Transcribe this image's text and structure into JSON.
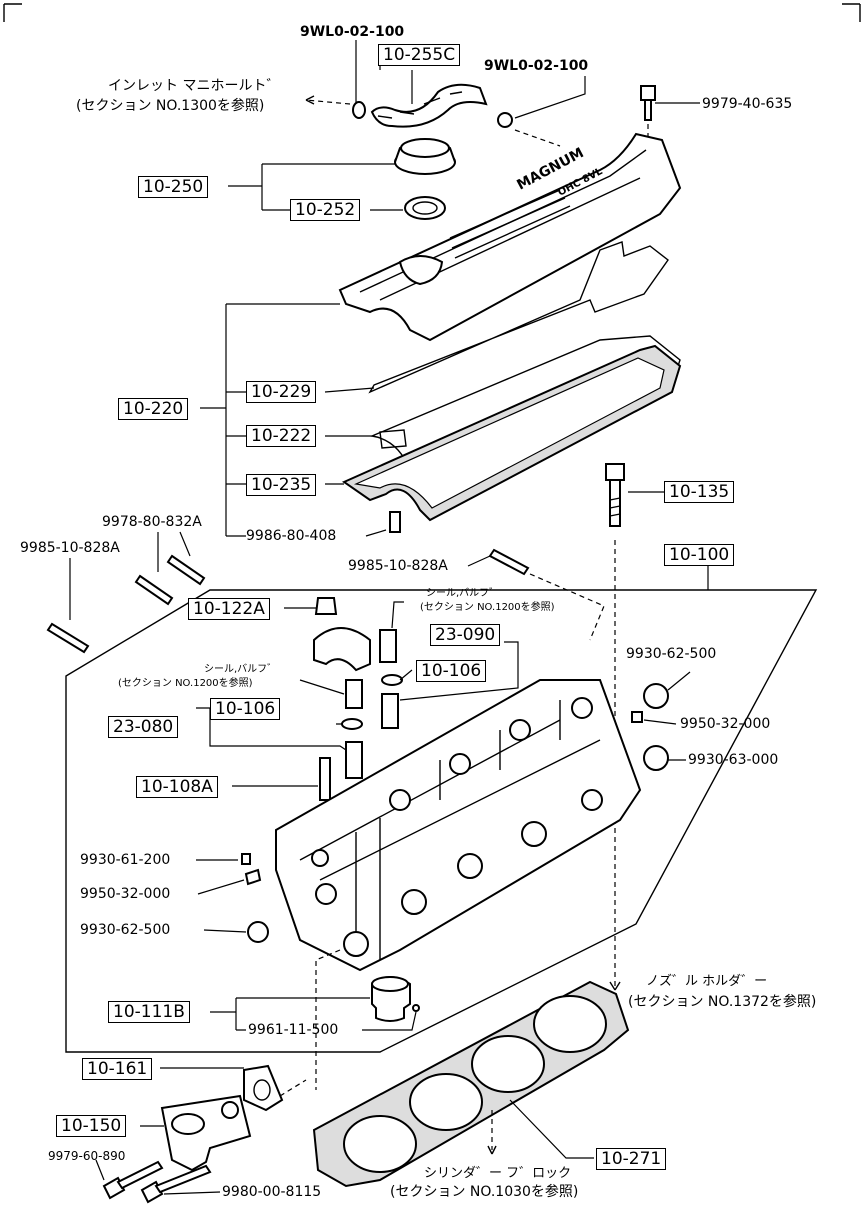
{
  "parts": {
    "hose_clip_1": "9WL0-02-100",
    "hose": "10-255C",
    "hose_clip_2": "9WL0-02-100",
    "inlet_manifold_ref_line1": "インレット マニホールト゛",
    "inlet_manifold_ref_line2": "(セクション NO.1300を参照)",
    "cover_bolt": "9979-40-635",
    "oil_cap_group": "10-250",
    "oil_cap_seal": "10-252",
    "cover_assy": "10-220",
    "gasket_229": "10-229",
    "gasket_222": "10-222",
    "gasket_235": "10-235",
    "cover_stud": "9986-80-408",
    "head_bolt": "10-135",
    "stud_a": "9978-80-832A",
    "stud_b": "9985-10-828A",
    "stud_c": "9985-10-828A",
    "head_assy": "10-100",
    "cam_cap": "10-122A",
    "valve_seal_ref_top_1": "シール,バルフ゛",
    "valve_seal_ref_top_2": "(セクション NO.1200を参照)",
    "guide_090": "23-090",
    "seal_106_right": "10-106",
    "valve_seal_ref_left_1": "シール,バルフ゛",
    "valve_seal_ref_left_2": "(セクション NO.1200を参照)",
    "plug_62500_top": "9930-62-500",
    "plug_32000_right": "9950-32-000",
    "plug_63000": "9930-63-000",
    "guide_080": "23-080",
    "seal_106_left": "10-106",
    "stud_108a": "10-108A",
    "plug_61200": "9930-61-200",
    "plug_32000_left": "9950-32-000",
    "plug_62500_left": "9930-62-500",
    "seal_111b": "10-111B",
    "orifice": "9961-11-500",
    "nozzle_ref_1": "ノズ゛ル ホルダ゛ー",
    "nozzle_ref_2": "(セクション NO.1372を参照)",
    "housing_gasket": "10-161",
    "housing": "10-150",
    "housing_bolt_1": "9979-60-890",
    "housing_bolt_2": "9980-00-8115",
    "head_gasket": "10-271",
    "block_ref_1": "シリンダ゛ー フ゛ロック",
    "block_ref_2": "(セクション NO.1030を参照)"
  }
}
